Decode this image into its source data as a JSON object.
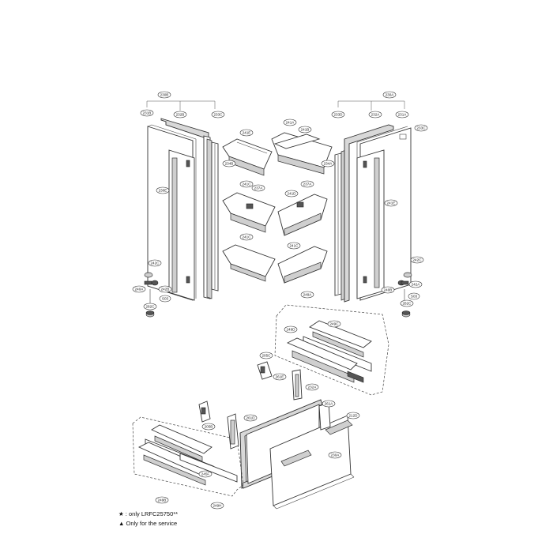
{
  "callouts": [
    {
      "id": "c-230B",
      "text": "230B"
    },
    {
      "id": "c-231B",
      "text": "231B"
    },
    {
      "id": "c-232B",
      "text": "232B"
    },
    {
      "id": "c-233C-l",
      "text": "233C"
    },
    {
      "id": "c-241E-l",
      "text": "241E"
    },
    {
      "id": "c-234B-l",
      "text": "234B"
    },
    {
      "id": "c-241A",
      "text": "241A"
    },
    {
      "id": "c-241B",
      "text": "241B"
    },
    {
      "id": "c-233D",
      "text": "233D"
    },
    {
      "id": "c-230A",
      "text": "230A"
    },
    {
      "id": "c-232A",
      "text": "232A"
    },
    {
      "id": "c-231A",
      "text": "231A"
    },
    {
      "id": "c-233C-r",
      "text": "233C"
    },
    {
      "id": "c-234A",
      "text": "234A"
    },
    {
      "id": "c-241E-r",
      "text": "241E"
    },
    {
      "id": "c-241C-l",
      "text": "241C"
    },
    {
      "id": "c-237A-l",
      "text": "237A"
    },
    {
      "id": "c-241D",
      "text": "241D"
    },
    {
      "id": "c-237A-r",
      "text": "237A"
    },
    {
      "id": "c-241C-bl",
      "text": "241C"
    },
    {
      "id": "c-241C-br",
      "text": "241C"
    },
    {
      "id": "c-242C-l",
      "text": "242C"
    },
    {
      "id": "c-242B",
      "text": "242B"
    },
    {
      "id": "c-240A",
      "text": "240A"
    },
    {
      "id": "c-S03-l",
      "text": "S03"
    },
    {
      "id": "c-240B",
      "text": "240B"
    },
    {
      "id": "c-242C-r",
      "text": "242C"
    },
    {
      "id": "c-242A",
      "text": "242A"
    },
    {
      "id": "c-S03-r",
      "text": "S03"
    },
    {
      "id": "c-282C-r",
      "text": "282C"
    },
    {
      "id": "c-282C-l",
      "text": "282C"
    },
    {
      "id": "c-230E",
      "text": "230E"
    },
    {
      "id": "c-249A",
      "text": "249A"
    },
    {
      "id": "c-249C",
      "text": "249C"
    },
    {
      "id": "c-249D",
      "text": "249D"
    },
    {
      "id": "c-205C",
      "text": "205C"
    },
    {
      "id": "c-261E",
      "text": "261E"
    },
    {
      "id": "c-232A-b",
      "text": "232A"
    },
    {
      "id": "c-261A",
      "text": "261A"
    },
    {
      "id": "c-212D",
      "text": "212D"
    },
    {
      "id": "c-205B",
      "text": "205B"
    },
    {
      "id": "c-261D",
      "text": "261D"
    },
    {
      "id": "c-245F",
      "text": "245F"
    },
    {
      "id": "c-230A-b",
      "text": "230A"
    },
    {
      "id": "c-249B",
      "text": "249B"
    },
    {
      "id": "c-249H",
      "text": "249H"
    }
  ],
  "legend": {
    "line1": "★ : only LRFC25750**",
    "line2": "▲ Only for the service"
  }
}
